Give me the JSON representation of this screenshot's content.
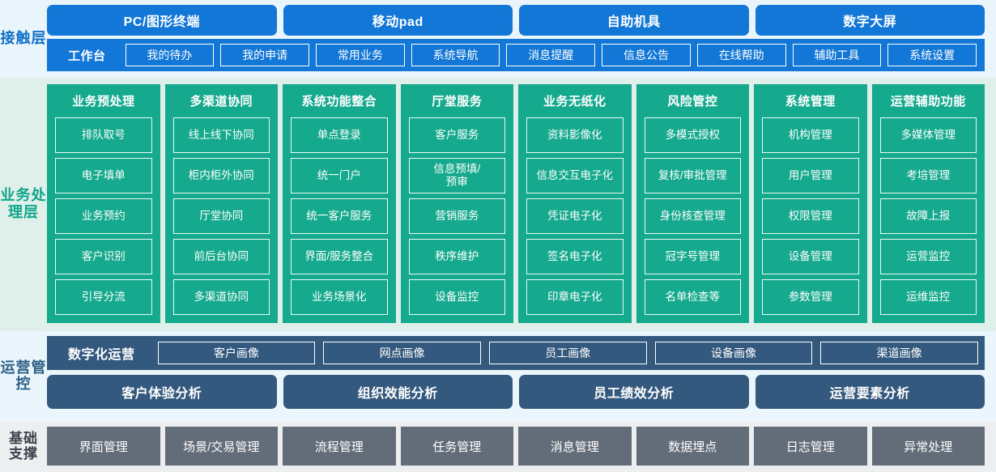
{
  "contact_layer": {
    "label": "接触层",
    "channels": [
      "PC/图形终端",
      "移动pad",
      "自助机具",
      "数字大屏"
    ],
    "quick_title": "工作台",
    "quick_items": [
      "我的待办",
      "我的申请",
      "常用业务",
      "系统导航",
      "消息提醒",
      "信息公告",
      "在线帮助",
      "辅助工具",
      "系统设置"
    ],
    "color": "#1277d6"
  },
  "business_layer": {
    "label": "业务处理层",
    "color": "#15a98d",
    "columns": [
      {
        "title": "业务预处理",
        "items": [
          "排队取号",
          "电子填单",
          "业务预约",
          "客户识别",
          "引导分流"
        ]
      },
      {
        "title": "多渠道协同",
        "items": [
          "线上线下协同",
          "柜内柜外协同",
          "厅堂协同",
          "前后台协同",
          "多渠道协同"
        ]
      },
      {
        "title": "系统功能整合",
        "items": [
          "单点登录",
          "统一门户",
          "统一客户服务",
          "界面/服务整合",
          "业务场景化"
        ]
      },
      {
        "title": "厅堂服务",
        "items": [
          "客户服务",
          "信息预填/\n预审",
          "营销服务",
          "秩序维护",
          "设备监控"
        ]
      },
      {
        "title": "业务无纸化",
        "items": [
          "资料影像化",
          "信息交互电子化",
          "凭证电子化",
          "签名电子化",
          "印章电子化"
        ]
      },
      {
        "title": "风险管控",
        "items": [
          "多模式授权",
          "复核/审批管理",
          "身份核查管理",
          "冠字号管理",
          "名单检查等"
        ]
      },
      {
        "title": "系统管理",
        "items": [
          "机构管理",
          "用户管理",
          "权限管理",
          "设备管理",
          "参数管理"
        ]
      },
      {
        "title": "运营辅助功能",
        "items": [
          "多媒体管理",
          "考培管理",
          "故障上报",
          "运营监控",
          "运维监控"
        ]
      }
    ]
  },
  "operations_layer": {
    "label": "运营管控",
    "color": "#34597e",
    "digital_title": "数字化运营",
    "portraits": [
      "客户画像",
      "网点画像",
      "员工画像",
      "设备画像",
      "渠道画像"
    ],
    "analyses": [
      "客户体验分析",
      "组织效能分析",
      "员工绩效分析",
      "运营要素分析"
    ]
  },
  "foundation_layer": {
    "label_line1": "基础",
    "label_line2": "支撑",
    "color": "#636d7a",
    "items": [
      "界面管理",
      "场景/交易管理",
      "流程管理",
      "任务管理",
      "消息管理",
      "数据埋点",
      "日志管理",
      "异常处理"
    ]
  }
}
